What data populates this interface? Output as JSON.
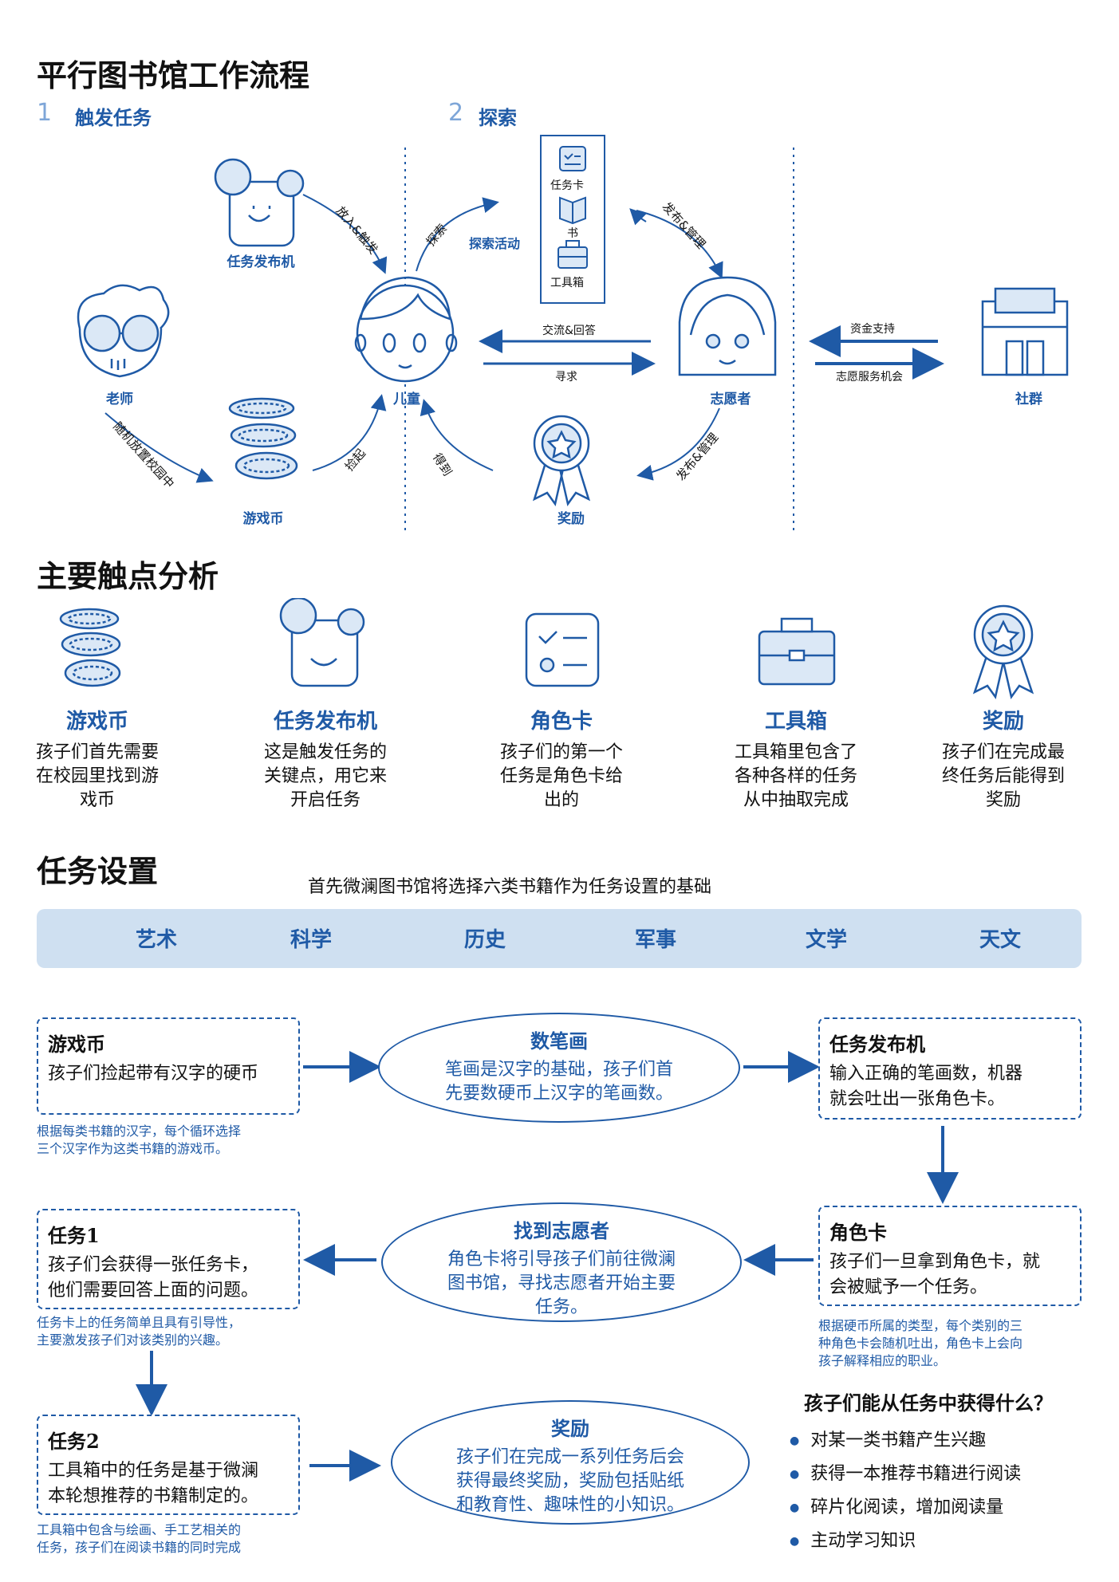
{
  "section1": {
    "title": "平行图书馆工作流程",
    "step1": {
      "num": "1",
      "label": "触发任务"
    },
    "step2": {
      "num": "2",
      "label": "探索"
    },
    "nodes": {
      "machine": "任务发布机",
      "teacher": "老师",
      "coins": "游戏币",
      "child": "儿童",
      "volunteer": "志愿者",
      "reward": "奖励",
      "community": "社群"
    },
    "panel": {
      "card": "任务卡",
      "book": "书",
      "toolbox": "工具箱"
    },
    "edges": {
      "put_trigger": "放入&触发",
      "explore": "探索",
      "explore_activity": "探索活动",
      "publish_manage_top": "发布&管理",
      "random_place": "随机放置校园中",
      "pick_up": "捡起",
      "obtain": "得到",
      "publish_manage_bottom": "发布&管理",
      "exchange_answer": "交流&回答",
      "seek": "寻求",
      "funding": "资金支持",
      "volunteer_opportunity": "志愿服务机会"
    }
  },
  "section2": {
    "title": "主要触点分析",
    "items": [
      {
        "icon": "coins-icon",
        "title": "游戏币",
        "desc": "孩子们首先需要\n在校园里找到游\n戏币"
      },
      {
        "icon": "task-machine-icon",
        "title": "任务发布机",
        "desc": "这是触发任务的\n关键点，用它来\n开启任务"
      },
      {
        "icon": "role-card-icon",
        "title": "角色卡",
        "desc": "孩子们的第一个\n任务是角色卡给\n出的"
      },
      {
        "icon": "toolbox-icon",
        "title": "工具箱",
        "desc": "工具箱里包含了\n各种各样的任务\n从中抽取完成"
      },
      {
        "icon": "reward-medal-icon",
        "title": "奖励",
        "desc": "孩子们在完成最\n终任务后能得到\n奖励"
      }
    ]
  },
  "section3": {
    "title": "任务设置",
    "subtitle": "首先微澜图书馆将选择六类书籍作为任务设置的基础",
    "categories": [
      "艺术",
      "科学",
      "历史",
      "军事",
      "文学",
      "天文"
    ],
    "coin_box": {
      "title": "游戏币",
      "text": "孩子们捡起带有汉字的硬币"
    },
    "coin_note": "根据每类书籍的汉字，每个循环选择\n三个汉字作为这类书籍的游戏币。",
    "count_strokes": {
      "title": "数笔画",
      "text": "笔画是汉字的基础，孩子们首\n先要数硬币上汉字的笔画数。"
    },
    "machine_box": {
      "title": "任务发布机",
      "text": "输入正确的笔画数，机器\n就会吐出一张角色卡。"
    },
    "role_box": {
      "title": "角色卡",
      "text": "孩子们一旦拿到角色卡，就\n会被赋予一个任务。"
    },
    "role_note": "根据硬币所属的类型，每个类别的三\n种角色卡会随机吐出，角色卡上会向\n孩子解释相应的职业。",
    "find_volunteer": {
      "title": "找到志愿者",
      "text": "角色卡将引导孩子们前往微澜\n图书馆，寻找志愿者开始主要\n任务。"
    },
    "task1_box": {
      "title": "任务1",
      "text": "孩子们会获得一张任务卡，\n他们需要回答上面的问题。"
    },
    "task1_note": "任务卡上的任务简单且具有引导性，\n主要激发孩子们对该类别的兴趣。",
    "task2_box": {
      "title": "任务2",
      "text": "工具箱中的任务是基于微澜\n本轮想推荐的书籍制定的。"
    },
    "task2_note": "工具箱中包含与绘画、手工艺相关的\n任务，孩子们在阅读书籍的同时完成",
    "reward_ellipse": {
      "title": "奖励",
      "text": "孩子们在完成一系列任务后会\n获得最终奖励，奖励包括贴纸\n和教育性、趣味性的小知识。"
    },
    "gains_title": "孩子们能从任务中获得什么？",
    "gains": [
      "对某一类书籍产生兴趣",
      "获得一本推荐书籍进行阅读",
      "碎片化阅读，增加阅读量",
      "主动学习知识"
    ]
  },
  "colors": {
    "accent": "#1f5aa6",
    "light": "#cfe0f1",
    "icon_fill": "#dbe8f6"
  }
}
